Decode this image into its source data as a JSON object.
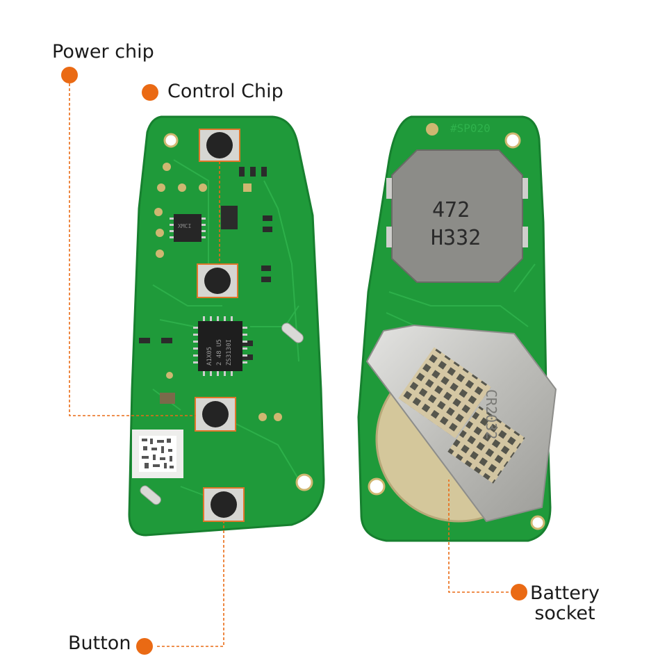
{
  "callouts": {
    "power_chip": "Power chip",
    "control_chip": "Control Chip",
    "battery_socket_line1": "Battery",
    "battery_socket_line2": "socket",
    "button": "Button"
  },
  "board_markings": {
    "mcu_line1": "A1X05",
    "mcu_line2": "2 48 U5",
    "mcu_line3": "ZS3130I",
    "small_chip": "XMCI",
    "inductor_line1": "472",
    "inductor_line2": "H332",
    "board_id": "#SP020",
    "holder_text": "CR2032"
  },
  "colors": {
    "pcb_green": "#1f9a3a",
    "pcb_edge": "#17802f",
    "accent_orange": "#ea6a14",
    "metal": "#c9c9c6",
    "text": "#1a1a1a"
  }
}
